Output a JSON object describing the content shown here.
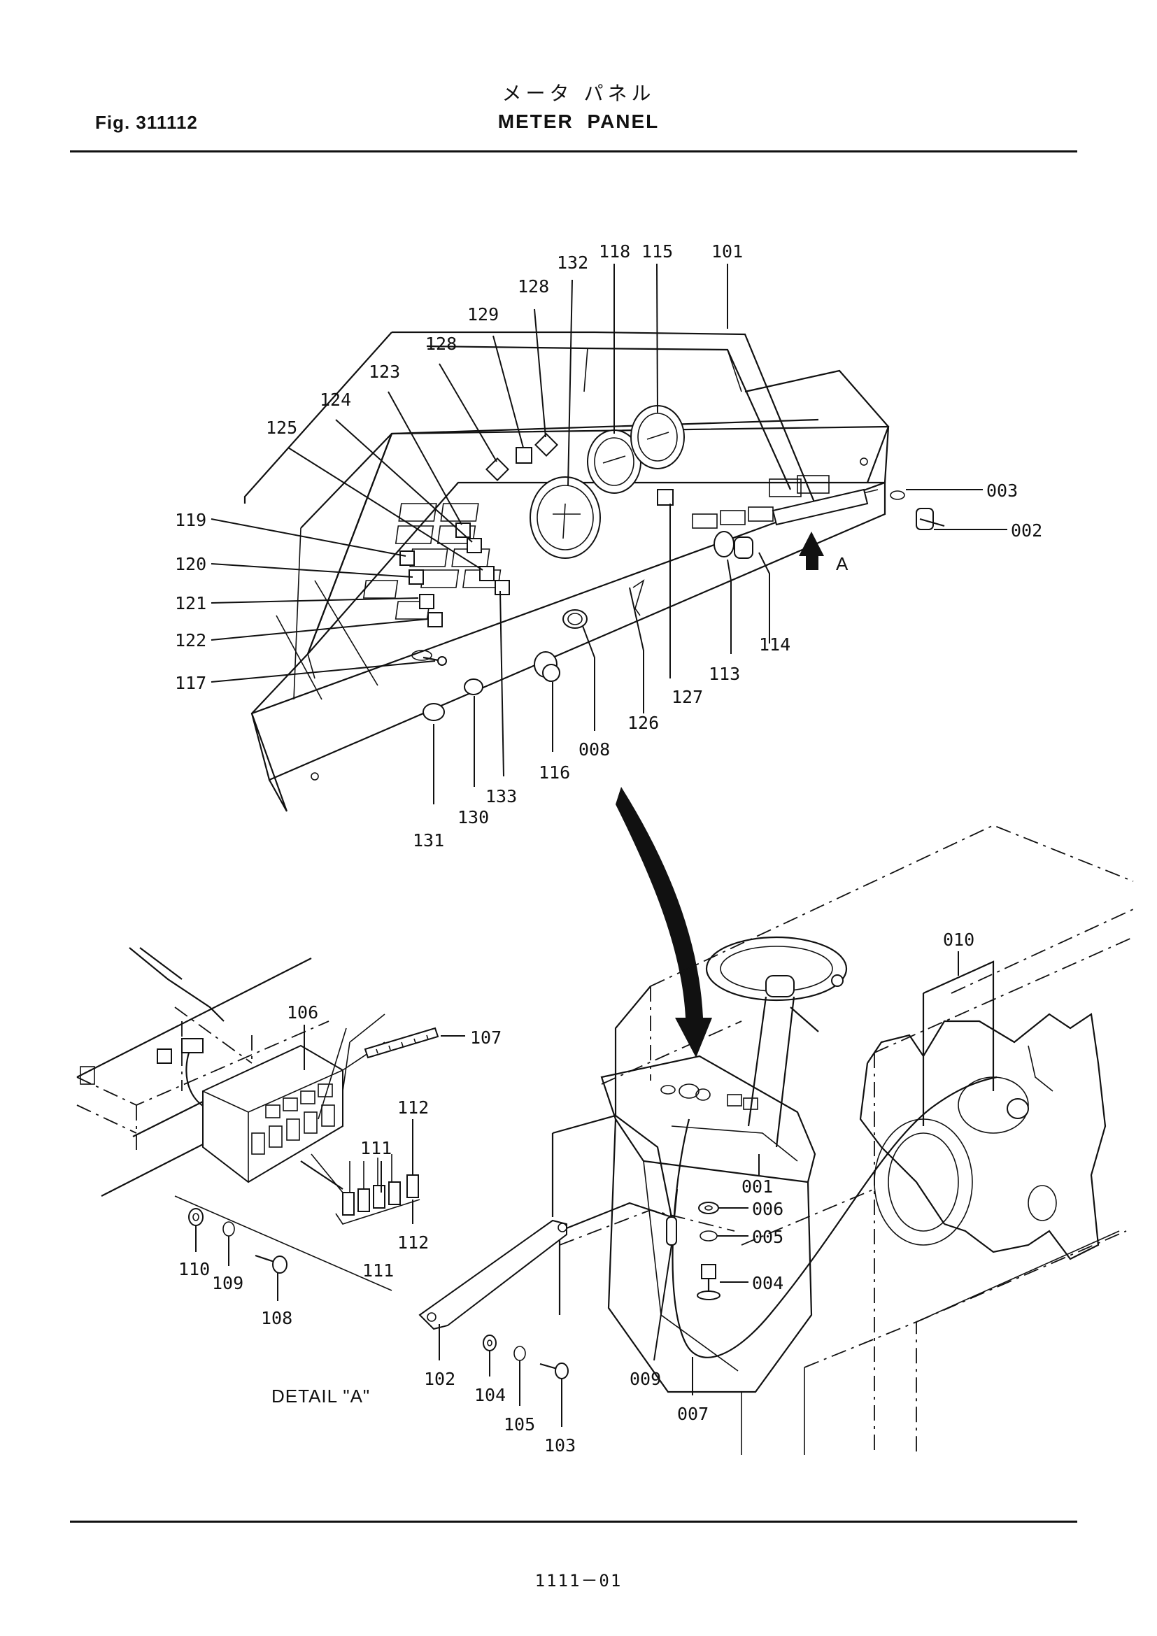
{
  "figure_number": "Fig. 311112",
  "title_jp": "メータ パネル",
  "title_en": "METER PANEL",
  "page_number": "1111－01",
  "detail_label": "DETAIL \"A\"",
  "view_marker": "A",
  "callouts": {
    "c101": "101",
    "c115": "115",
    "c118": "118",
    "c132": "132",
    "c128a": "128",
    "c129": "129",
    "c128b": "128",
    "c123": "123",
    "c124": "124",
    "c125": "125",
    "c119": "119",
    "c120": "120",
    "c121": "121",
    "c122": "122",
    "c117": "117",
    "c003": "003",
    "c002": "002",
    "c114": "114",
    "c113": "113",
    "c127": "127",
    "c126": "126",
    "c008": "008",
    "c116": "116",
    "c133": "133",
    "c130": "130",
    "c131": "131",
    "c010": "010",
    "c106": "106",
    "c107": "107",
    "c111a": "111",
    "c112a": "112",
    "c112b": "112",
    "c111b": "111",
    "c110": "110",
    "c109": "109",
    "c108": "108",
    "c102": "102",
    "c104": "104",
    "c105": "105",
    "c103": "103",
    "c001": "001",
    "c006": "006",
    "c005": "005",
    "c004": "004",
    "c009": "009",
    "c007": "007"
  }
}
